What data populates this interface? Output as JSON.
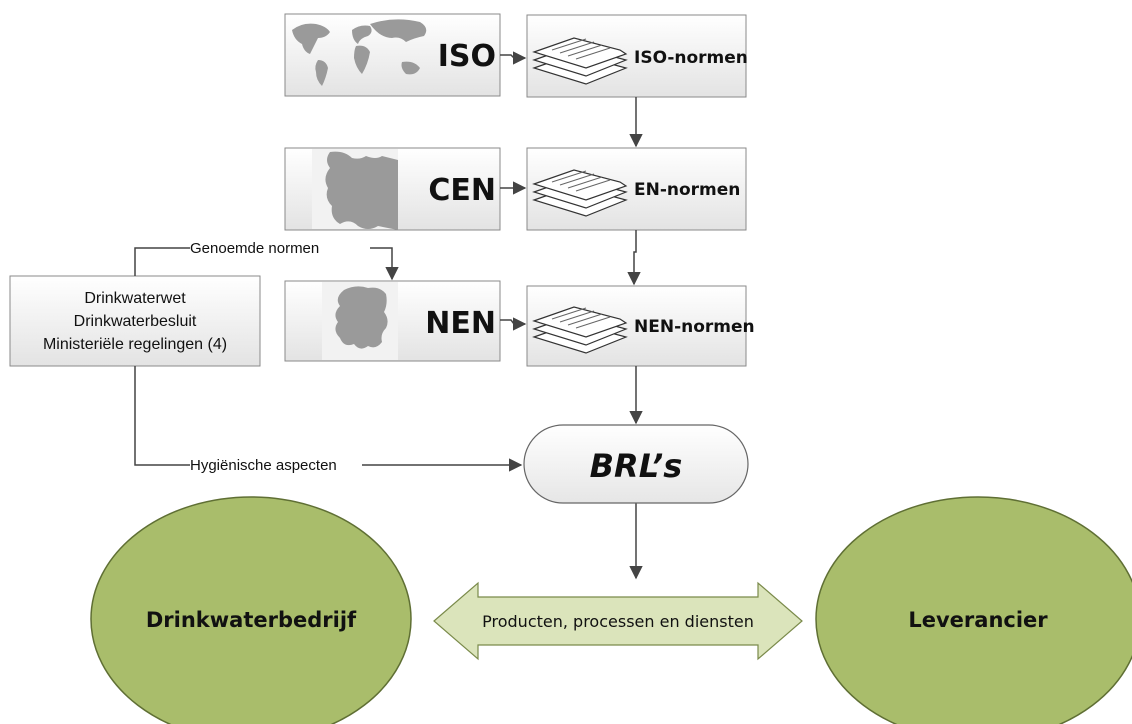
{
  "organizations": [
    {
      "id": "iso",
      "label": "ISO",
      "map": "world-map"
    },
    {
      "id": "cen",
      "label": "CEN",
      "map": "europe-map"
    },
    {
      "id": "nen",
      "label": "NEN",
      "map": "netherlands-map"
    }
  ],
  "norm_documents": [
    {
      "id": "iso",
      "label": "ISO-normen"
    },
    {
      "id": "en",
      "label": "EN-normen"
    },
    {
      "id": "nen",
      "label": "NEN-normen"
    }
  ],
  "regulations": {
    "lines": [
      "Drinkwaterwet",
      "Drinkwaterbesluit",
      "Ministeriële regelingen (4)"
    ]
  },
  "connector_labels": {
    "to_nen": "Genoemde normen",
    "to_brl": "Hygiënische aspecten"
  },
  "brl": {
    "label": "BRL’s"
  },
  "parties": {
    "left": "Drinkwaterbedrijf",
    "right": "Leverancier"
  },
  "exchange_arrow": {
    "label": "Producten, processen en diensten"
  },
  "colors": {
    "box_fill_top": "#ffffff",
    "box_fill_bottom": "#e6e6e6",
    "box_stroke": "#7f7f7f",
    "ellipse_fill": "#a9bd6b",
    "ellipse_stroke": "#5f6f34",
    "arrow_fill": "#dbe4bb",
    "arrow_stroke": "#7a8a4a",
    "map_land": "#9a9a9a"
  }
}
